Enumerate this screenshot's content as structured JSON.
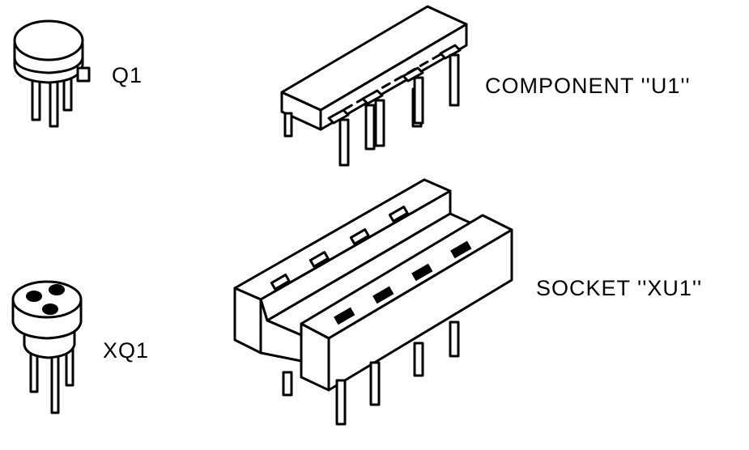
{
  "labels": {
    "q1": "Q1",
    "u1": "COMPONENT ''U1''",
    "xq1": "XQ1",
    "xu1": "SOCKET ''XU1''"
  },
  "colors": {
    "ink": "#000000",
    "background": "#ffffff"
  }
}
